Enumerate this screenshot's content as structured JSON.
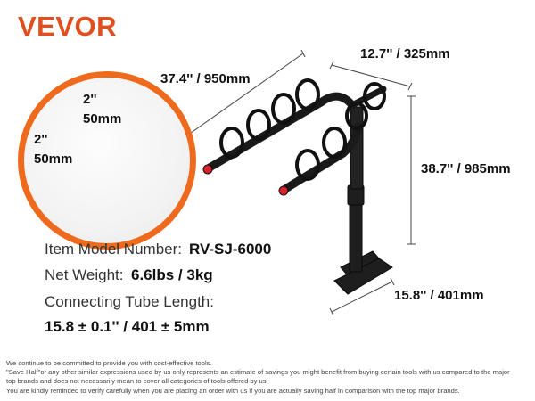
{
  "brand": {
    "name": "VEVOR",
    "color": "#e0501f"
  },
  "accent_color": "#ee6a1c",
  "inset": {
    "width_label_in": "2''",
    "width_label_mm": "50mm",
    "height_label_in": "2''",
    "height_label_mm": "50mm"
  },
  "dimensions": {
    "length": "37.4'' / 950mm",
    "depth": "12.7'' / 325mm",
    "height": "38.7'' / 985mm",
    "base": "15.8'' / 401mm"
  },
  "specs": {
    "model_label": "Item Model Number:",
    "model_value": "RV-SJ-6000",
    "weight_label": "Net Weight:",
    "weight_value": "6.6lbs / 3kg",
    "tube_label": "Connecting Tube Length:",
    "tube_value": "15.8 ± 0.1'' / 401 ± 5mm"
  },
  "disclaimer": [
    "We continue to be committed to provide you with cost-effective tools.",
    "\"Save Half\"or any other similar expressions used by us only represents an estimate of savings you might benefit from buying certain tools with us compared to the major",
    "top brands and does not necessarily mean to cover all categories of tools offered by us.",
    "You are kindly reminded to verify carefully when you are placing an order with us if you are actually saving half in comparison with the top major brands."
  ]
}
